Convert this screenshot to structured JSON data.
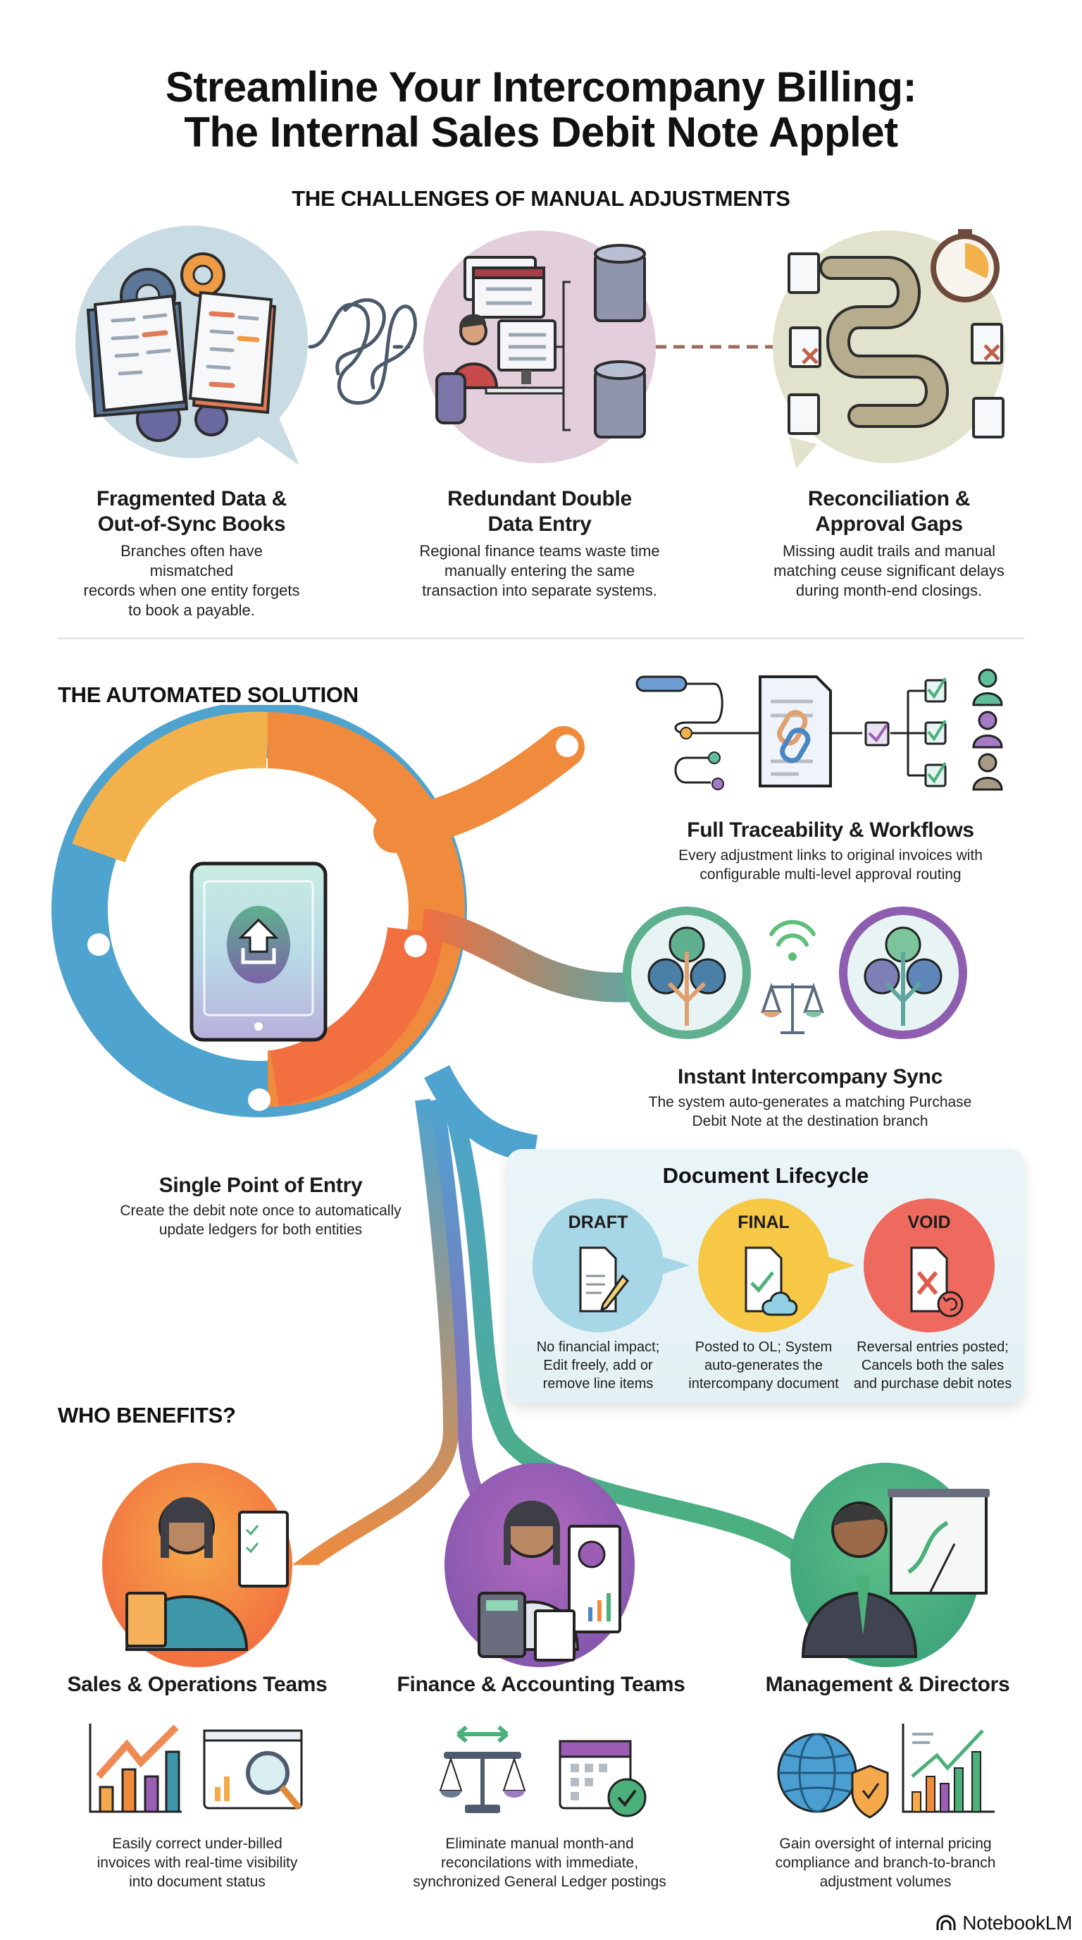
{
  "header": {
    "title_line1": "Streamline Your Intercompany Billing:",
    "title_line2": "The Internal Sales Debit Note Applet"
  },
  "challenges": {
    "heading": "THE CHALLENGES OF MANUAL ADJUSTMENTS",
    "items": [
      {
        "title_line1": "Fragmented Data &",
        "title_line2": "Out-of-Sync Books",
        "desc_line1": "Branches often have mismatched",
        "desc_line2": "records when one entity forgets",
        "desc_line3": "to book a payable.",
        "icon": "torn-ledger-gears-icon",
        "bg_color": "#c9dbe3"
      },
      {
        "title_line1": "Redundant Double",
        "title_line2": "Data Entry",
        "desc_line1": "Regional finance teams waste time",
        "desc_line2": "manually entering the same",
        "desc_line3": "transaction into separate systems.",
        "icon": "person-computer-databases-icon",
        "bg_color": "#e3cfdc"
      },
      {
        "title_line1": "Reconciliation &",
        "title_line2": "Approval Gaps",
        "desc_line1": "Missing audit trails and manual",
        "desc_line2": "matching ceuse significant delays",
        "desc_line3": "during month-end closings.",
        "icon": "winding-path-stopwatch-icon",
        "bg_color": "#e1e3cc"
      }
    ]
  },
  "solution": {
    "heading": "THE AUTOMATED SOLUTION",
    "hub": {
      "icon": "tablet-upload-icon",
      "title": "Single Point of Entry",
      "desc_line1": "Create the debit note once to automatically",
      "desc_line2": "update ledgers for both entities",
      "colors": {
        "blue": "#4ea3cf",
        "orange": "#f08a3c",
        "yellow": "#f2b14a",
        "red_orange": "#f26f3f"
      }
    },
    "traceability": {
      "title": "Full Traceability & Workflows",
      "desc_line1": "Every adjustment links to original invoices with",
      "desc_line2": "configurable multi-level approval routing",
      "icon": "document-link-approval-icon"
    },
    "sync": {
      "title": "Instant Intercompany Sync",
      "desc_line1": "The system auto-generates a matching Purchase",
      "desc_line2": "Debit Note at the destination branch",
      "icon": "branch-trees-scale-icon"
    },
    "lifecycle": {
      "title": "Document Lifecycle",
      "stages": [
        {
          "label": "DRAFT",
          "color": "#a7d6e6",
          "desc_line1": "No financial impact;",
          "desc_line2": "Edit freely, add or",
          "desc_line3": "remove line items"
        },
        {
          "label": "FINAL",
          "color": "#f6c845",
          "desc_line1": "Posted to OL; System",
          "desc_line2": "auto-generates the",
          "desc_line3": "intercompany document"
        },
        {
          "label": "VOID",
          "color": "#ee6a5f",
          "desc_line1": "Reversal entries posted;",
          "desc_line2": "Cancels both the sales",
          "desc_line3": "and purchase debit notes"
        }
      ]
    }
  },
  "benefits": {
    "heading": "WHO BENEFITS?",
    "items": [
      {
        "title": "Sales & Operations Teams",
        "desc_line1": "Easily correct under-billed",
        "desc_line2": "invoices with real-time visibility",
        "desc_line3": "into document status",
        "color": "#f0893d",
        "icons": [
          "bar-chart-trend-icon",
          "browser-magnifier-icon"
        ]
      },
      {
        "title": "Finance & Accounting Teams",
        "desc_line1": "Eliminate manual month-and",
        "desc_line2": "reconcilations with immediate,",
        "desc_line3": "synchronized General Ledger postings",
        "color": "#9b5db5",
        "icons": [
          "balance-scale-icon",
          "calendar-check-icon"
        ]
      },
      {
        "title": "Management & Directors",
        "desc_line1": "Gain oversight of internal pricing",
        "desc_line2": "compliance and branch-to-branch",
        "desc_line3": "adjustment volumes",
        "color": "#4cb07a",
        "icons": [
          "globe-shield-icon",
          "growth-chart-icon"
        ]
      }
    ]
  },
  "footer": {
    "brand": "NotebookLM"
  }
}
